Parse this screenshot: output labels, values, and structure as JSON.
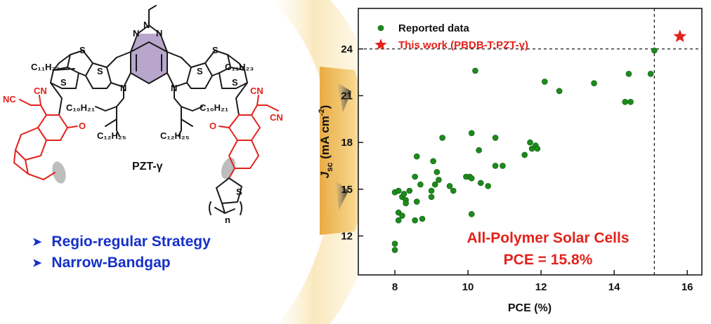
{
  "molecule": {
    "name": "PZT-γ",
    "side_chain_left": "C₁₁H₂₃",
    "side_chain_right": "C₁₁H₂₃",
    "branch_a_left": "C₁₀H₂₁",
    "branch_b_left": "C₁₂H₂₅",
    "branch_a_right": "C₁₀H₂₁",
    "branch_b_right": "C₁₂H₂₅",
    "atom_S": "S",
    "atom_N": "N",
    "atom_O": "O",
    "nitrile": "CN",
    "nitrile_rev": "NC",
    "repeat_n": "n",
    "colors": {
      "core_fill": "#b9a6cc",
      "acceptor": "#e3221b",
      "bond": "#1a1a1a",
      "link_highlight": "#bdbdbd"
    }
  },
  "bullets": [
    {
      "label": "Regio-regular Strategy"
    },
    {
      "label": "Narrow-Bandgap"
    }
  ],
  "chart_data": {
    "type": "scatter",
    "xlabel": "PCE (%)",
    "ylabel_main": "J",
    "ylabel_sub": "sc",
    "ylabel_units": "(mA cm",
    "ylabel_sup": "-2",
    "ylabel_close": ")",
    "xlim": [
      7,
      16.4
    ],
    "ylim": [
      9.5,
      26.6
    ],
    "xticks": [
      8,
      10,
      12,
      14,
      16
    ],
    "yticks": [
      12,
      15,
      18,
      21,
      24
    ],
    "legend_position": "top-left",
    "annotation": {
      "line1": "All-Polymer Solar Cells",
      "line2": "PCE = 15.8%",
      "color": "#e3221b"
    },
    "reference_lines": {
      "x": 15.1,
      "y": 24
    },
    "series": [
      {
        "name": "Reported data",
        "marker": "circle",
        "color": "#1d8a1d",
        "points": [
          [
            8.0,
            11.5
          ],
          [
            8.0,
            11.1
          ],
          [
            8.0,
            14.8
          ],
          [
            8.1,
            14.9
          ],
          [
            8.1,
            13.0
          ],
          [
            8.1,
            13.5
          ],
          [
            8.2,
            14.5
          ],
          [
            8.2,
            13.3
          ],
          [
            8.25,
            14.7
          ],
          [
            8.3,
            14.3
          ],
          [
            8.3,
            14.1
          ],
          [
            8.4,
            14.9
          ],
          [
            8.55,
            15.8
          ],
          [
            8.55,
            13.0
          ],
          [
            8.6,
            17.1
          ],
          [
            8.6,
            14.2
          ],
          [
            8.7,
            15.3
          ],
          [
            8.75,
            13.1
          ],
          [
            9.0,
            14.9
          ],
          [
            9.0,
            14.5
          ],
          [
            9.05,
            16.8
          ],
          [
            9.1,
            15.3
          ],
          [
            9.15,
            16.1
          ],
          [
            9.2,
            15.6
          ],
          [
            9.3,
            18.3
          ],
          [
            9.5,
            15.2
          ],
          [
            9.6,
            14.9
          ],
          [
            9.95,
            15.8
          ],
          [
            10.05,
            15.8
          ],
          [
            10.1,
            15.7
          ],
          [
            10.1,
            18.6
          ],
          [
            10.1,
            13.4
          ],
          [
            10.2,
            22.6
          ],
          [
            10.3,
            17.5
          ],
          [
            10.35,
            15.4
          ],
          [
            10.55,
            15.2
          ],
          [
            10.75,
            18.3
          ],
          [
            10.75,
            16.5
          ],
          [
            10.95,
            16.5
          ],
          [
            11.55,
            17.2
          ],
          [
            11.7,
            18.0
          ],
          [
            11.75,
            17.6
          ],
          [
            11.85,
            17.8
          ],
          [
            11.9,
            17.6
          ],
          [
            12.1,
            21.9
          ],
          [
            12.5,
            21.3
          ],
          [
            13.45,
            21.8
          ],
          [
            14.3,
            20.6
          ],
          [
            14.4,
            22.4
          ],
          [
            14.45,
            20.6
          ],
          [
            15.0,
            22.4
          ]
        ]
      },
      {
        "name": "This work (PBDB-T:PZT-γ)",
        "marker": "star",
        "color": "#e3221b",
        "points": [
          [
            15.8,
            24.8
          ]
        ]
      }
    ],
    "highlight_point": [
      15.1,
      23.9
    ]
  }
}
